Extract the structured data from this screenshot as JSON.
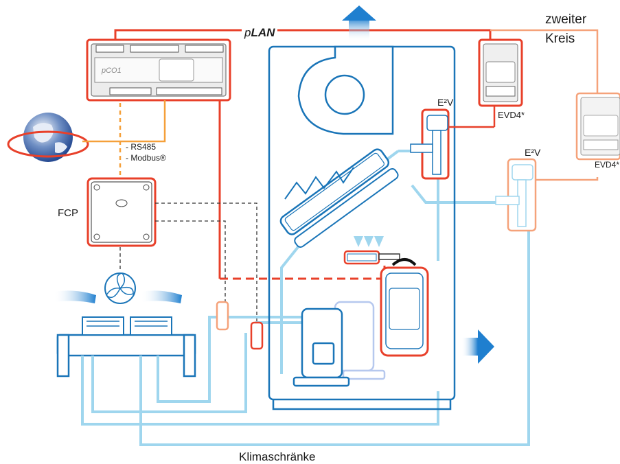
{
  "network": {
    "plan_prefix": "p",
    "plan_label": "LAN"
  },
  "second_circuit": {
    "line1": "zweiter",
    "line2": "Kreis"
  },
  "controller": {
    "brand": "pCO1"
  },
  "valves": {
    "valve1_label": "E²V",
    "valve2_label": "E²V"
  },
  "drivers": {
    "driver1_label": "EVD4*",
    "driver2_label": "EVD4*"
  },
  "protocols": {
    "line1": "- RS485",
    "line2": "- Modbus®"
  },
  "fan_controller": {
    "label": "FCP"
  },
  "footer": {
    "caption": "Klimaschränke"
  },
  "colors": {
    "network_red": "#e8402a",
    "secondary_orange": "#f5a27a",
    "pipe_blue": "#9fd6ee",
    "unit_blue": "#1a75b8",
    "airflow_blue": "#1f7fcf",
    "serial_orange": "#f5a03a"
  }
}
